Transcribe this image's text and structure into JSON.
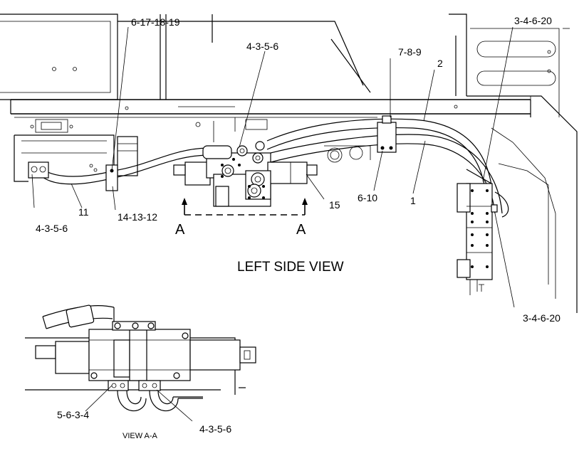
{
  "view_title": "LEFT SIDE VIEW",
  "section_title": "VIEW A-A",
  "section_marks": {
    "left": "A",
    "right": "A"
  },
  "callouts": {
    "c_6_17_18_19": "6-17-18-19",
    "c_4_3_5_6_top": "4-3-5-6",
    "c_7_8_9": "7-8-9",
    "c_2": "2",
    "c_3_4_6_20_top": "3-4-6-20",
    "c_4_3_5_6_left": "4-3-5-6",
    "c_11": "11",
    "c_14_13_12": "14-13-12",
    "c_15": "15",
    "c_6_10": "6-10",
    "c_1": "1",
    "c_3_4_6_20_bottom": "3-4-6-20",
    "c_5_6_3_4": "5-6-3-4",
    "c_4_3_5_6_bottom": "4-3-5-6"
  }
}
